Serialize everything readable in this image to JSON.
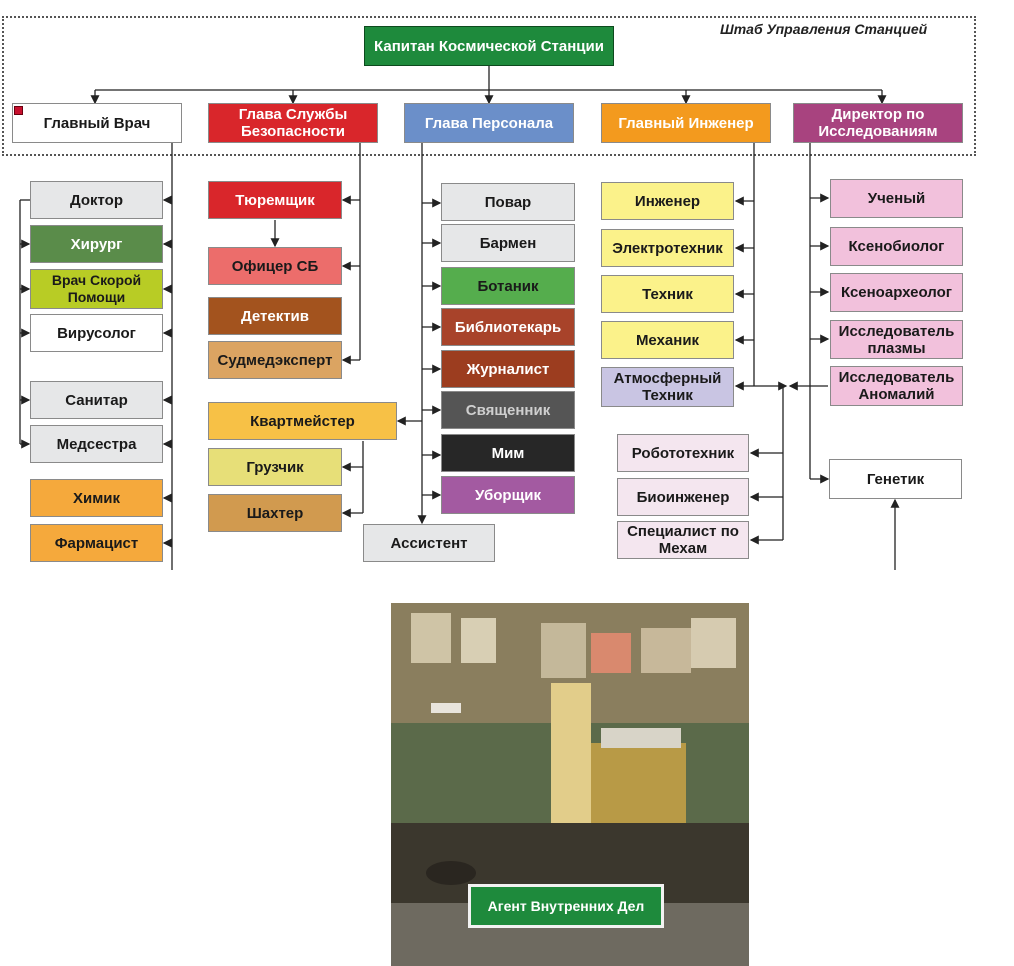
{
  "header": {
    "hq_label": "Штаб Управления Станцией"
  },
  "colors": {
    "command_green": "#1e8a3c",
    "security_red": "#d9262b",
    "personnel_blue": "#6b8fc9",
    "engineering_orange": "#f39a1e",
    "research_purple": "#a8437f"
  },
  "captain": {
    "label": "Капитан Космической Станции"
  },
  "heads": [
    {
      "key": "medical",
      "label": "Главный Врач"
    },
    {
      "key": "security",
      "label": "Глава Службы Безопасности"
    },
    {
      "key": "personnel",
      "label": "Глава Персонала"
    },
    {
      "key": "engineering",
      "label": "Главный Инженер"
    },
    {
      "key": "research",
      "label": "Директор по Исследованиям"
    }
  ],
  "medical": [
    "Доктор",
    "Хирург",
    "Врач Скорой Помощи",
    "Вирусолог",
    "Санитар",
    "Медсестра",
    "Химик",
    "Фармацист"
  ],
  "security": [
    "Тюремщик",
    "Офицер СБ",
    "Детектив",
    "Судмедэксперт"
  ],
  "supply": [
    "Квартмейстер",
    "Грузчик",
    "Шахтер"
  ],
  "personnel": [
    "Повар",
    "Бармен",
    "Ботаник",
    "Библиотекарь",
    "Журналист",
    "Священник",
    "Мим",
    "Уборщик"
  ],
  "assistant": "Ассистент",
  "engineering": [
    "Инженер",
    "Электротехник",
    "Техник",
    "Механик",
    "Атмосферный Техник"
  ],
  "robotics": [
    "Робототехник",
    "Биоинженер",
    "Специалист по Мехам"
  ],
  "research": [
    "Ученый",
    "Ксенобиолог",
    "Ксеноархеолог",
    "Исследователь плазмы",
    "Исследователь Аномалий"
  ],
  "geneticist": "Генетик",
  "internal_affairs": "Агент Внутренних Дел"
}
